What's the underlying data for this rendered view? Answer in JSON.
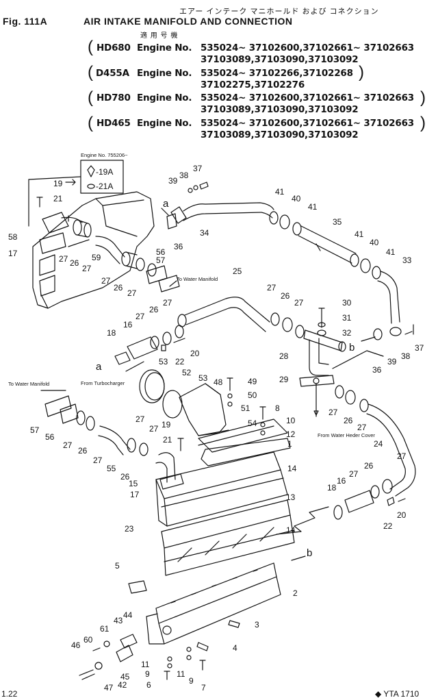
{
  "header": {
    "jp_title": "エアー インテーク マニホールド および コネクション",
    "fig": "Fig. 111A",
    "title": "AIR INTAKE MANIFOLD AND CONNECTION",
    "applic_label": "適 用 号 機"
  },
  "engines": [
    {
      "model": "HD680",
      "label": "Engine No.",
      "line1": "535024~ 37102600,37102661~ 37102663",
      "line2": "37103089,37103090,37103092"
    },
    {
      "model": "D455A",
      "label": "Engine No.",
      "line1": "535024~ 37102266,37102268",
      "line2": "37102275,37102276"
    },
    {
      "model": "HD780",
      "label": "Engine No.",
      "line1": "535024~ 37102600,37102661~ 37102663",
      "line2": "37103089,37103090,37103092"
    },
    {
      "model": "HD465",
      "label": "Engine No.",
      "line1": "535024~ 37102600,37102661~ 37102663",
      "line2": "37103089,37103090,37103092"
    }
  ],
  "annotations": {
    "engine_no": "Engine No. 755206~",
    "ref_19a": "-19A",
    "ref_21a": "-21A",
    "to_water_manifold_1": "To Water Manifold",
    "to_water_manifold_2": "To Water Manifold",
    "from_turbocharger": "From Turbocharger",
    "from_water_header_cover": "From Water Heder Cover",
    "mark_a": "a",
    "mark_b": "b"
  },
  "footer": {
    "page": "1.22",
    "code": "◆ YTA 1710"
  },
  "part_labels": [
    "1",
    "2",
    "3",
    "4",
    "5",
    "6",
    "7",
    "8",
    "9",
    "10",
    "11",
    "12",
    "13",
    "14",
    "15",
    "16",
    "17",
    "18",
    "19",
    "20",
    "21",
    "22",
    "23",
    "24",
    "25",
    "26",
    "27",
    "28",
    "29",
    "30",
    "31",
    "32",
    "33",
    "34",
    "35",
    "36",
    "37",
    "38",
    "39",
    "40",
    "41",
    "42",
    "43",
    "44",
    "45",
    "46",
    "47",
    "48",
    "49",
    "50",
    "51",
    "52",
    "53",
    "54",
    "55",
    "56",
    "57",
    "58",
    "59",
    "60",
    "61"
  ]
}
